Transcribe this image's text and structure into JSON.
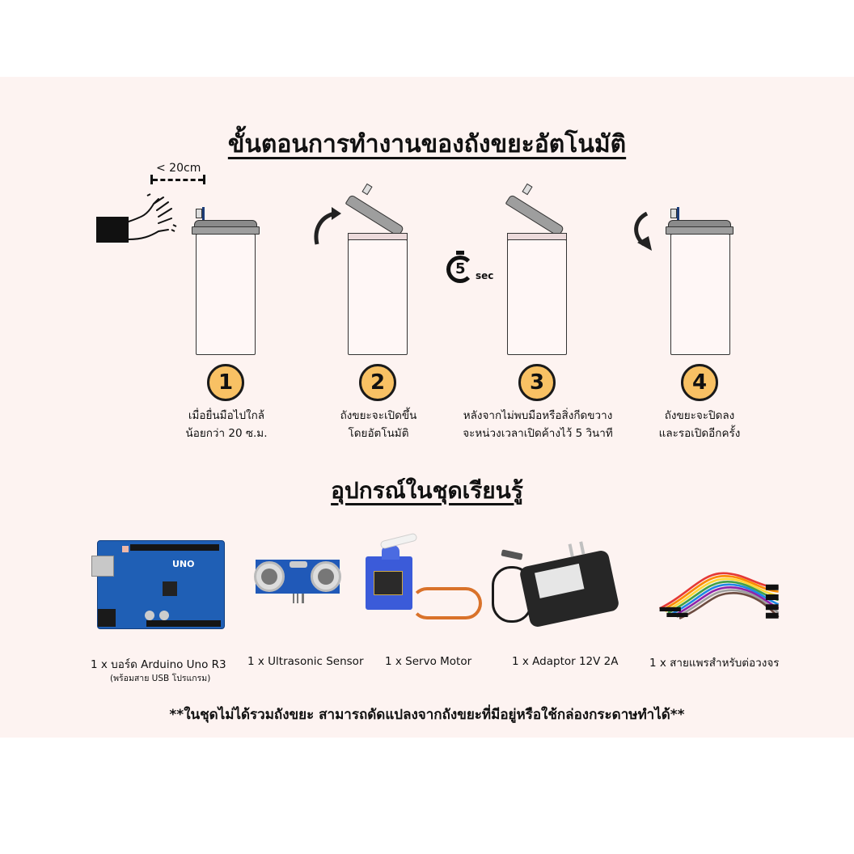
{
  "header": {
    "title": "ขั้นตอนการทำงานของถังขยะอัตโนมัติ"
  },
  "steps": [
    {
      "number": "1",
      "icon": "hand-wave-icon",
      "distance_label": "< 20cm",
      "line1": "เมื่อยื่นมือไปใกล้",
      "line2": "น้อยกว่า 20 ซ.ม."
    },
    {
      "number": "2",
      "icon": "curved-arrow-up-icon",
      "line1": "ถังขยะจะเปิดขึ้น",
      "line2": "โดยอัตโนมัติ"
    },
    {
      "number": "3",
      "icon": "stopwatch-icon",
      "timer_value": "5",
      "timer_unit": "sec",
      "line1": "หลังจากไม่พบมือหรือสิ่งกีดขวาง",
      "line2": "จะหน่วงเวลาเปิดค้างไว้ 5 วินาที"
    },
    {
      "number": "4",
      "icon": "curved-arrow-down-icon",
      "line1": "ถังขยะจะปิดลง",
      "line2": "และรอเปิดอีกครั้ง"
    }
  ],
  "kit": {
    "title": "อุปกรณ์ในชุดเรียนรู้",
    "items": [
      {
        "label": "1 x บอร์ด Arduino Uno R3",
        "sub": "(พร้อมสาย USB โปรแกรม)",
        "image": "arduino-uno-board",
        "board_text": "UNO"
      },
      {
        "label": "1 x Ultrasonic Sensor",
        "image": "ultrasonic-sensor"
      },
      {
        "label": "1 x Servo Motor",
        "image": "servo-motor"
      },
      {
        "label": "1 x Adaptor 12V 2A",
        "image": "power-adaptor"
      },
      {
        "label": "1 x สายแพรสำหรับต่อวงจร",
        "image": "jumper-wires"
      }
    ]
  },
  "footer": {
    "note": "**ในชุดไม่ได้รวมถังขยะ สามารถดัดแปลงจากถังขยะที่มีอยู่หรือใช้กล่องกระดาษทำได้**"
  },
  "colors": {
    "background": "#fdf3f1",
    "badge": "#f8c164",
    "lid": "#9e9e9e",
    "rim": "#ecdadb"
  }
}
